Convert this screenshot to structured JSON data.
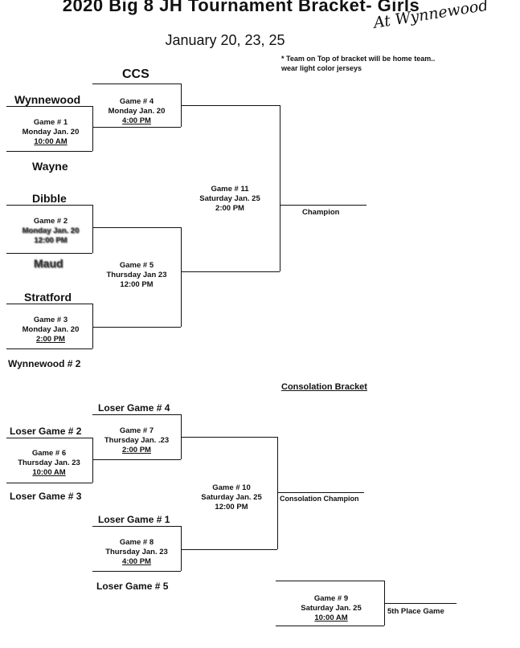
{
  "header": {
    "title": "2020 Big 8 JH Tournament Bracket- Girls",
    "dates": "January 20, 23, 25",
    "note_line1": "* Team on Top of bracket will be home team..",
    "note_line2": "wear light color jerseys",
    "handwritten": "At Wynnewood"
  },
  "teams": {
    "ccs": "CCS",
    "wynnewood": "Wynnewood",
    "wayne": "Wayne",
    "dibble": "Dibble",
    "maud": "Maud",
    "stratford": "Stratford",
    "wynnewood2": "Wynnewood # 2"
  },
  "games": {
    "g1": {
      "name": "Game # 1",
      "day": "Monday Jan. 20",
      "time": "10:00 AM"
    },
    "g2": {
      "name": "Game # 2",
      "day": "Monday Jan. 20",
      "time": "12:00 PM"
    },
    "g3": {
      "name": "Game # 3",
      "day": "Monday Jan. 20",
      "time": "2:00 PM"
    },
    "g4": {
      "name": "Game # 4",
      "day": "Monday Jan. 20",
      "time": "4:00 PM"
    },
    "g5": {
      "name": "Game # 5",
      "day": "Thursday Jan 23",
      "time": "12:00 PM"
    },
    "g11": {
      "name": "Game # 11",
      "day": "Saturday Jan. 25",
      "time": "2:00 PM"
    },
    "g7": {
      "name": "Game # 7",
      "day": "Thursday Jan. .23",
      "time": "2:00 PM"
    },
    "g6": {
      "name": "Game # 6",
      "day": "Thursday Jan. 23",
      "time": "10:00 AM"
    },
    "g10": {
      "name": "Game # 10",
      "day": "Saturday Jan. 25",
      "time": "12:00 PM"
    },
    "g8": {
      "name": "Game # 8",
      "day": "Thursday Jan. 23",
      "time": "4:00 PM"
    },
    "g9": {
      "name": "Game # 9",
      "day": "Saturday Jan. 25",
      "time": "10:00 AM"
    }
  },
  "labels": {
    "champion": "Champion",
    "consolation_bracket": "Consolation Bracket",
    "consolation_champion": "Consolation Champion",
    "fifth_place": "5th Place Game"
  },
  "losers": {
    "l4": "Loser Game # 4",
    "l2": "Loser Game # 2",
    "l3": "Loser Game # 3",
    "l1": "Loser Game # 1",
    "l5": "Loser Game # 5"
  }
}
